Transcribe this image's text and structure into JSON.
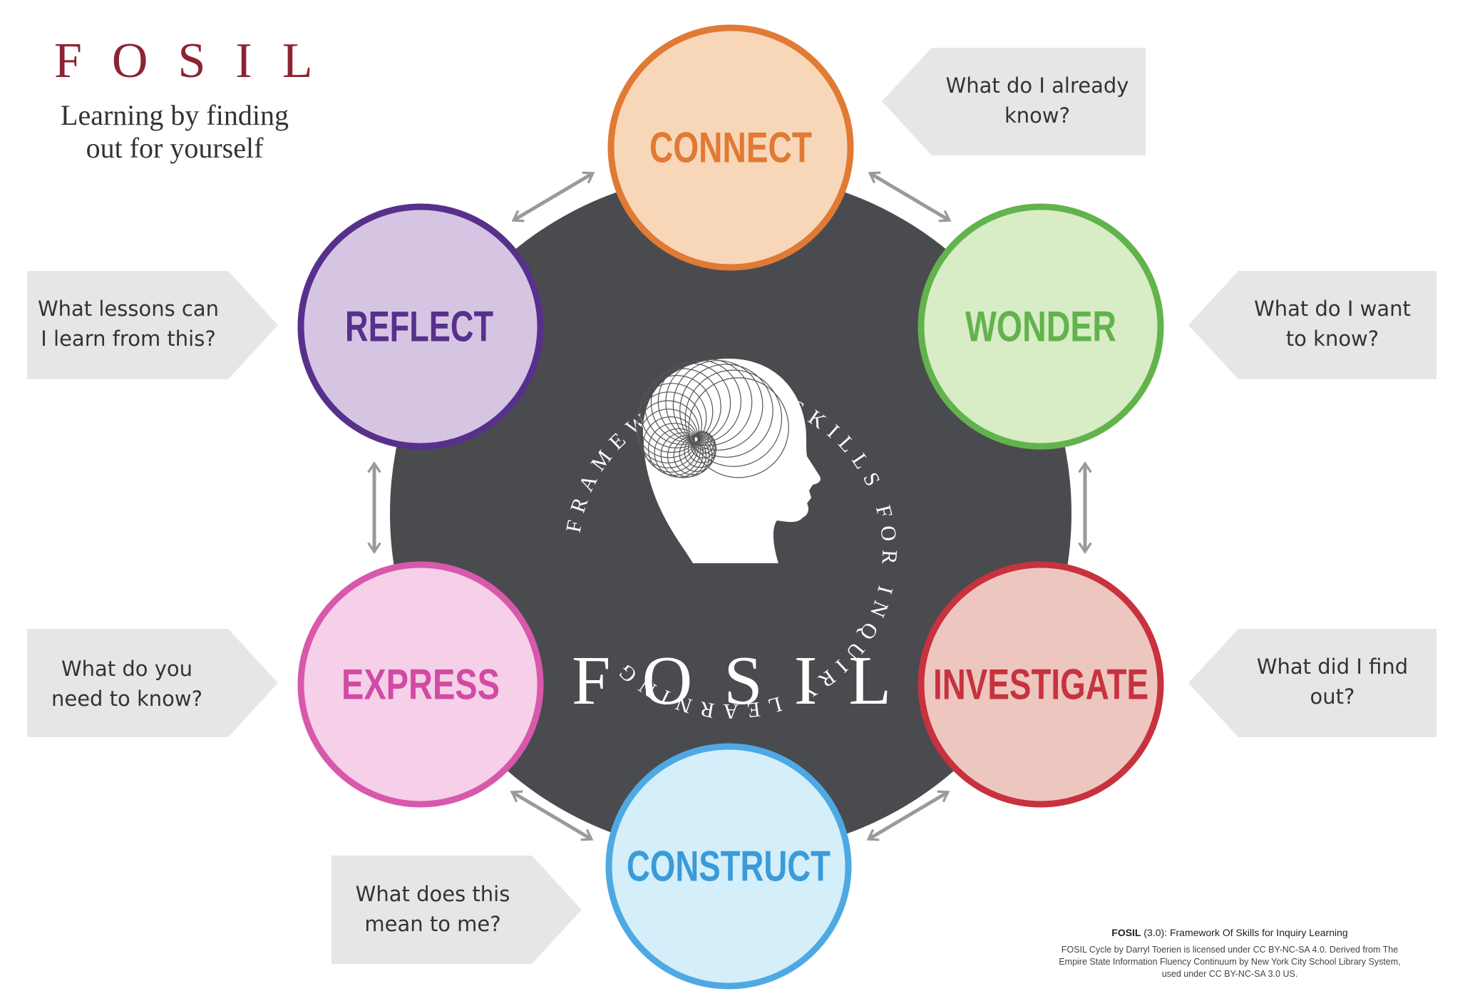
{
  "brand": {
    "title": "FOSIL",
    "tagline_line1": "Learning by finding",
    "tagline_line2": "out for yourself",
    "color": "#8b2433"
  },
  "center": {
    "ring_text": "FRAMEWORK OF SKILLS FOR INQUIRY LEARNING",
    "wordmark": "FOSIL",
    "hub_color": "#4a4b4f",
    "icon": "head-spiral-icon"
  },
  "stages": [
    {
      "id": "connect",
      "label": "CONNECT",
      "question_line1": "What do I already",
      "question_line2": "know?",
      "fill": "#f8d7b8",
      "stroke": "#e07a34",
      "text_color": "#e07a34"
    },
    {
      "id": "wonder",
      "label": "WONDER",
      "question_line1": "What do I want",
      "question_line2": "to know?",
      "fill": "#d8ecc6",
      "stroke": "#62b34c",
      "text_color": "#62b34c"
    },
    {
      "id": "investigate",
      "label": "INVESTIGATE",
      "question_line1": "What did I find",
      "question_line2": "out?",
      "fill": "#eec6c0",
      "stroke": "#c7323e",
      "text_color": "#c7323e"
    },
    {
      "id": "construct",
      "label": "CONSTRUCT",
      "question_line1": "What does this",
      "question_line2": "mean to me?",
      "fill": "#d4eefa",
      "stroke": "#4ea9e3",
      "text_color": "#3a9bd8"
    },
    {
      "id": "express",
      "label": "EXPRESS",
      "question_line1": "What do you",
      "question_line2": "need to know?",
      "fill": "#f5d0e8",
      "stroke": "#d858ac",
      "text_color": "#d24aa3"
    },
    {
      "id": "reflect",
      "label": "REFLECT",
      "question_line1": "What lessons can",
      "question_line2": "I learn from this?",
      "fill": "#d5c5e3",
      "stroke": "#57308c",
      "text_color": "#57308c"
    }
  ],
  "footer": {
    "heading_bold": "FOSIL",
    "heading_rest": " (3.0): Framework Of Skills for Inquiry Learning",
    "line1": "FOSIL Cycle by Darryl Toerien is licensed under CC BY-NC-SA 4.0. Derived from The",
    "line2": "Empire State Information Fluency Continuum by New York City School Library System,",
    "line3": "used under CC BY-NC-SA 3.0 US."
  },
  "arrow_color": "#9a9a9a",
  "callout_color": "#e6e6e6"
}
